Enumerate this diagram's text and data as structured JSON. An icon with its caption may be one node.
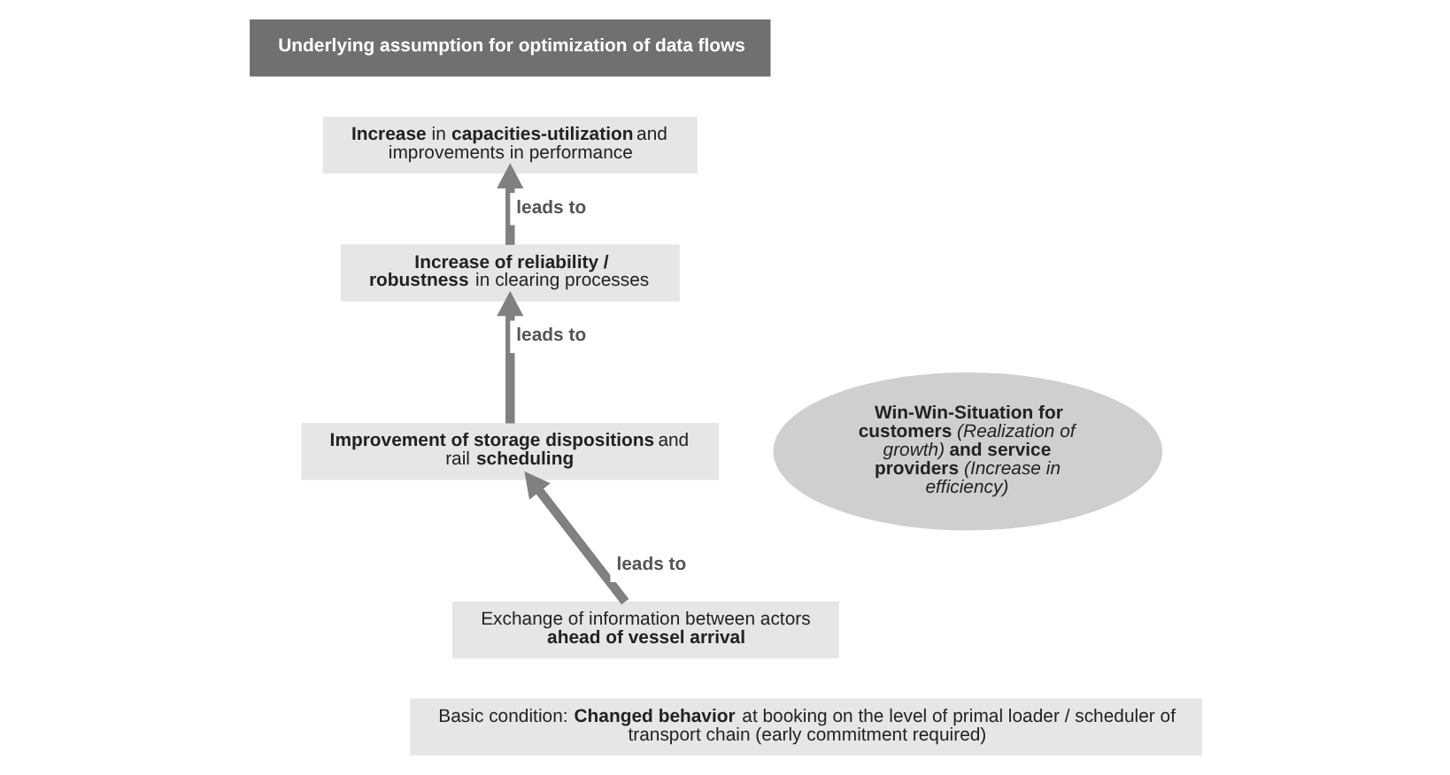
{
  "diagram": {
    "nodes": [
      {
        "text": [
          "Underlying assumption for optimization of data flows"
        ]
      },
      {
        "text": [
          "Exchange of information between actors **ahead of vessel arrival**"
        ]
      },
      {
        "text": [
          "**Improvement of storage dispositions** and rail **scheduling**"
        ]
      },
      {
        "text": [
          "**Increase of reliability / robustness** in clearing processes"
        ]
      },
      {
        "text": [
          "**Increase** in **capacities-utilization** and improvements in performance"
        ]
      },
      {
        "text": [
          "**Win-Win-Situation for customers** *(Realization of growth)* **and service providers** *(Increase in efficiency)*"
        ]
      },
      {
        "text": [
          "Basic condition: **Changed behavior** at booking on the level of primal loader / scheduler of transport chain (early commitment required)"
        ]
      }
    ],
    "edges": [
      {
        "from": 1,
        "to": 2,
        "arrow": "to",
        "label": "leads to"
      },
      {
        "from": 2,
        "to": 3,
        "arrow": "to",
        "label": "leads to"
      },
      {
        "from": 3,
        "to": 4,
        "arrow": "to",
        "label": "leads to"
      }
    ]
  }
}
